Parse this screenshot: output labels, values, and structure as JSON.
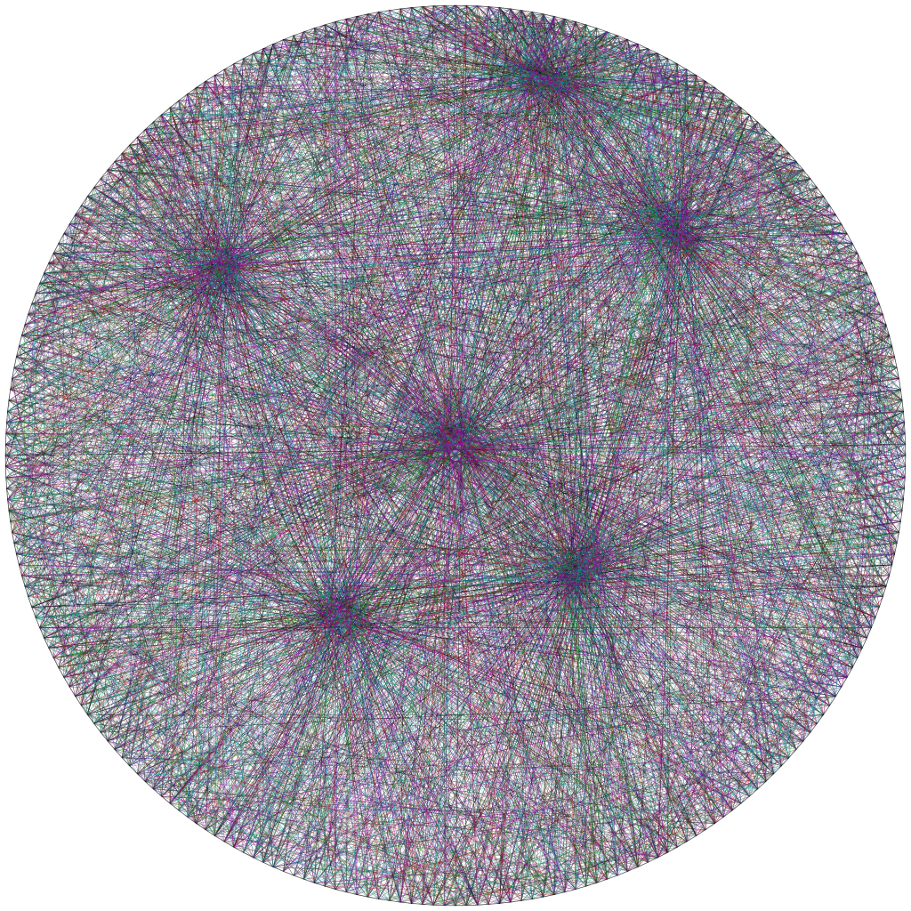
{
  "artwork": {
    "style": "string-art",
    "shape": "circle",
    "background": "#ffffff",
    "thread_colors": [
      "#000000",
      "#1a1aa0",
      "#b01010",
      "#108010",
      "#00a0a0",
      "#a000a0"
    ],
    "nail_count": 256,
    "thread_count": 3600
  }
}
